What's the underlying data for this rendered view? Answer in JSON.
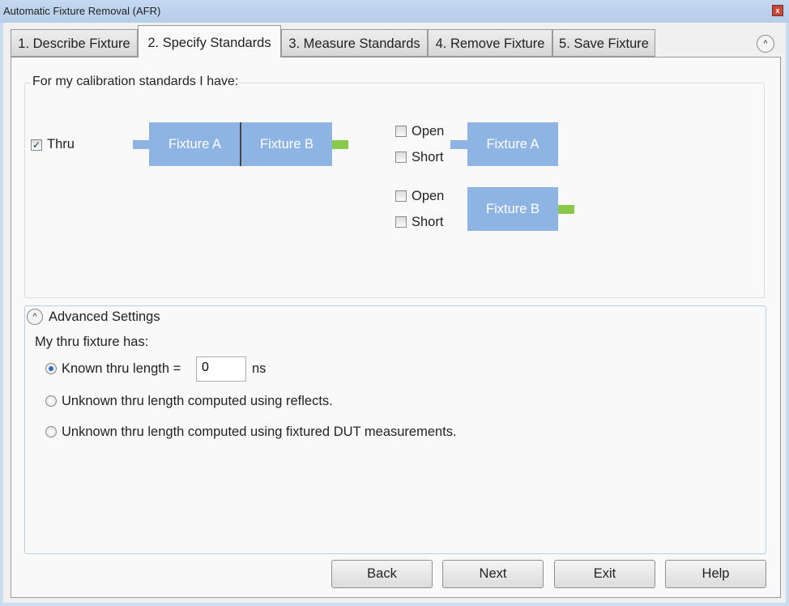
{
  "window": {
    "title": "Automatic Fixture Removal (AFR)",
    "close": "x"
  },
  "tabs": [
    {
      "label": "1. Describe Fixture"
    },
    {
      "label": "2. Specify Standards"
    },
    {
      "label": "3. Measure Standards"
    },
    {
      "label": "4. Remove Fixture"
    },
    {
      "label": "5. Save Fixture"
    }
  ],
  "standards": {
    "legend": "For my calibration standards I have:",
    "thru": {
      "label": "Thru",
      "checked": true,
      "check": "✓",
      "fixture_a": "Fixture A",
      "fixture_b": "Fixture B"
    },
    "fixture_a_group": {
      "open": "Open",
      "short": "Short",
      "box": "Fixture A"
    },
    "fixture_b_group": {
      "open": "Open",
      "short": "Short",
      "box": "Fixture B"
    }
  },
  "advanced": {
    "title": "Advanced Settings",
    "collapse_icon": "^",
    "prompt": "My thru fixture has:",
    "opt1": "Known thru length =",
    "opt1_value": "0",
    "opt1_unit": "ns",
    "opt2": "Unknown thru length computed using reflects.",
    "opt3": "Unknown thru length computed using fixtured DUT measurements."
  },
  "buttons": {
    "back": "Back",
    "next": "Next",
    "exit": "Exit",
    "help": "Help"
  },
  "colors": {
    "fixture": "#8db4e2",
    "port_green": "#8ac849"
  }
}
